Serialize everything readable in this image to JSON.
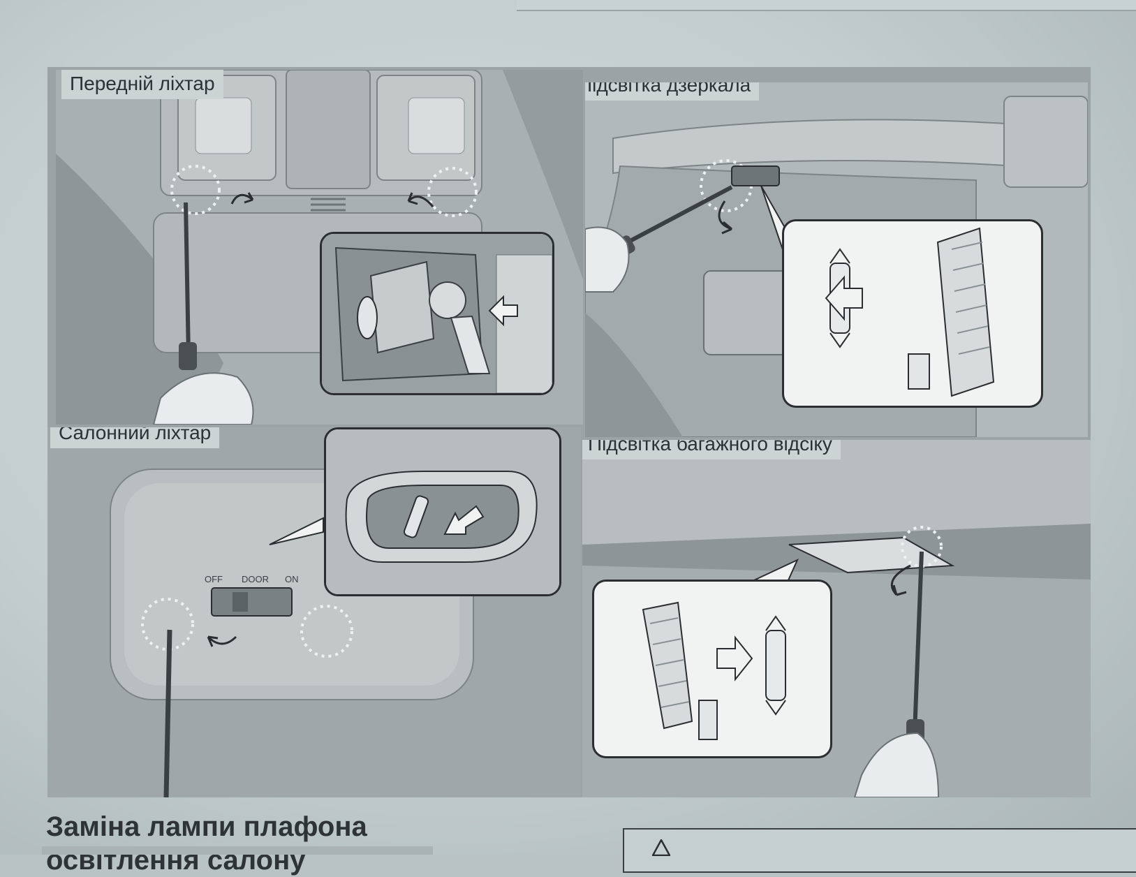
{
  "panels": {
    "front_lamp": {
      "label": "Передній ліхтар"
    },
    "mirror_light": {
      "label": "Підсвітка дзеркала"
    },
    "room_lamp": {
      "label": "Салонний ліхтар",
      "switch": {
        "off": "OFF",
        "door": "DOOR",
        "on": "ON"
      }
    },
    "trunk_light": {
      "label": "Підсвітка багажного відсіку"
    }
  },
  "section": {
    "title_line1": "Заміна лампи плафона",
    "title_line2": "освітлення салону"
  },
  "icons": {
    "highlight_circle": "dotted-circle-icon",
    "rotate_arrow": "rotate-arrow-icon",
    "direction_arrow": "direction-arrow-icon",
    "bulb": "bulb-icon",
    "screwdriver": "screwdriver-icon",
    "warning": "warning-icon"
  },
  "colors": {
    "label_bg": "#cbd3d3",
    "inset_bg": "#f1f3f2",
    "outline": "#2a2e30",
    "highlight": "#e8ecec"
  }
}
